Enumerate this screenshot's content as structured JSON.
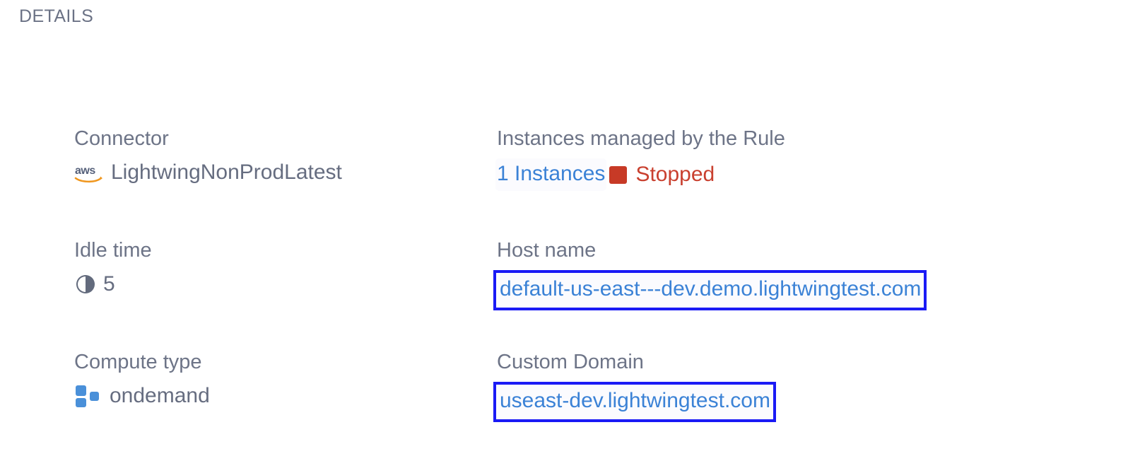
{
  "section": {
    "title": "DETAILS"
  },
  "colors": {
    "label": "#6d7487",
    "value": "#666d80",
    "link_blue": "#3b82d6",
    "status_red": "#c9402f",
    "status_square_red": "#c73a26",
    "annotation_border_blue": "#1a1af5",
    "compute_icon_blue": "#4a90d9",
    "aws_orange": "#f0971f",
    "aws_dark": "#55607a",
    "background": "#ffffff"
  },
  "fields": {
    "connector": {
      "label": "Connector",
      "icon": "aws-logo-icon",
      "value": "LightwingNonProdLatest"
    },
    "instances_managed": {
      "label": "Instances managed by the Rule",
      "count_link": "1 Instances",
      "status_icon": "stopped-square-icon",
      "status": "Stopped"
    },
    "idle_time": {
      "label": "Idle time",
      "icon": "clock-pie-icon",
      "value": "5"
    },
    "host_name": {
      "label": "Host name",
      "value": "default-us-east---dev.demo.lightwingtest.com",
      "highlighted": true
    },
    "compute_type": {
      "label": "Compute type",
      "icon": "compute-blocks-icon",
      "value": "ondemand"
    },
    "custom_domain": {
      "label": "Custom Domain",
      "value": "useast-dev.lightwingtest.com",
      "highlighted": true
    }
  }
}
